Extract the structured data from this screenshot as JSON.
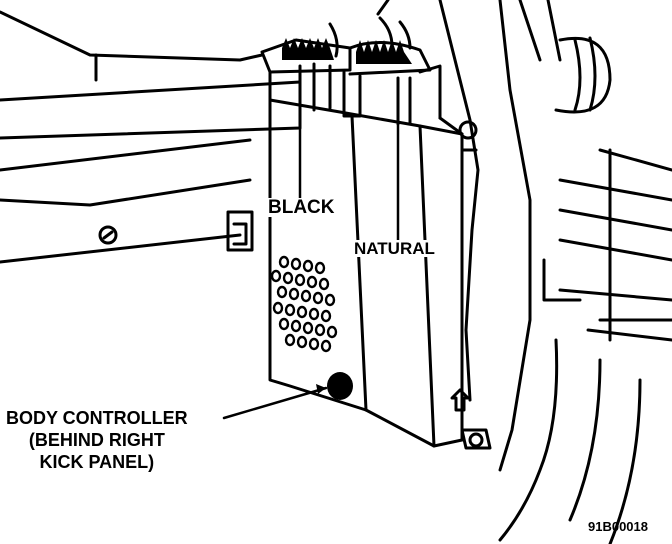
{
  "labels": {
    "black_connector": "BLACK",
    "natural_connector": "NATURAL",
    "component_line1": "BODY CONTROLLER",
    "component_line2": "(BEHIND RIGHT",
    "component_line3": "KICK PANEL)",
    "figure_code": "91B00018"
  }
}
